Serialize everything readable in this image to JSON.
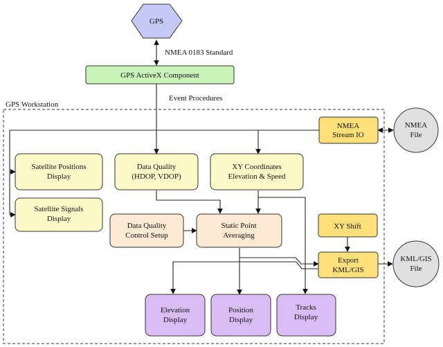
{
  "workstation_label": "GPS Workstation",
  "edge_labels": {
    "nmea_standard": "NMEA 0183 Standard",
    "event_procedures": "Event Procedures"
  },
  "nodes": {
    "gps": [
      "GPS"
    ],
    "activex": [
      "GPS ActiveX Component"
    ],
    "sat_positions": [
      "Satellite Positions",
      "Display"
    ],
    "sat_signals": [
      "Satellite Signals",
      "Display"
    ],
    "data_quality": [
      "Data Quality",
      "(HDOP, VDOP)"
    ],
    "xy_coords": [
      "XY Coordinates",
      "Elevation & Speed"
    ],
    "nmea_io": [
      "NMEA",
      "Stream IO"
    ],
    "nmea_file": [
      "NMEA",
      "File"
    ],
    "dq_setup": [
      "Data Quality",
      "Control Setup"
    ],
    "static_avg": [
      "Static Point",
      "Averaging"
    ],
    "xy_shift": [
      "XY Shift"
    ],
    "export": [
      "Export",
      "KML/GIS"
    ],
    "kml_file": [
      "KML/GIS",
      "File"
    ],
    "elevation": [
      "Elevation",
      "Display"
    ],
    "position": [
      "Position",
      "Display"
    ],
    "tracks": [
      "Tracks",
      "Display"
    ]
  },
  "colors": {
    "gps": "#c5c9f5",
    "activex": "#c8f2b8",
    "yellow_light": "#fcfac8",
    "yellow_gold": "#fde07a",
    "peach": "#fbe9d3",
    "purple": "#d9bdf4",
    "file_gray": "#e0e0e0"
  }
}
